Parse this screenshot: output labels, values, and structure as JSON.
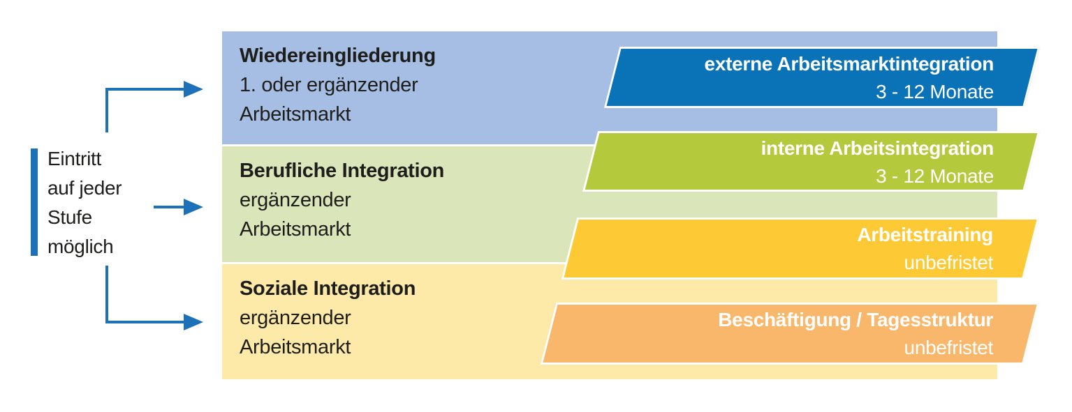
{
  "diagram": {
    "entry_note": {
      "line1": "Eintritt",
      "line2": "auf jeder",
      "line3": "Stufe",
      "line4": "möglich"
    },
    "bands": [
      {
        "title": "Wiedereingliederung",
        "sub1": "1. oder ergänzender",
        "sub2": "Arbeitsmarkt",
        "bg": "#a6bee3"
      },
      {
        "title": "Berufliche Integration",
        "sub1": "ergänzender",
        "sub2": "Arbeitsmarkt",
        "bg": "#dae6b9"
      },
      {
        "title": "Soziale Integration",
        "sub1": "ergänzender",
        "sub2": "Arbeitsmarkt",
        "bg": "#fdeaa9"
      }
    ],
    "banners": [
      {
        "title": "externe Arbeitsmarktintegration",
        "duration": "3 - 12 Monate",
        "bg": "#0a73b8"
      },
      {
        "title": "interne Arbeitsintegration",
        "duration": "3 - 12 Monate",
        "bg": "#b4ca3c"
      },
      {
        "title": "Arbeitstraining",
        "duration": "unbefristet",
        "bg": "#fdc935"
      },
      {
        "title": "Beschäftigung / Tagesstruktur",
        "duration": "unbefristet",
        "bg": "#f8b76a"
      }
    ],
    "colors": {
      "arrow": "#1d71b8",
      "text": "#1d1d1b",
      "banner_text": "#ffffff",
      "separator": "#ffffff"
    }
  }
}
